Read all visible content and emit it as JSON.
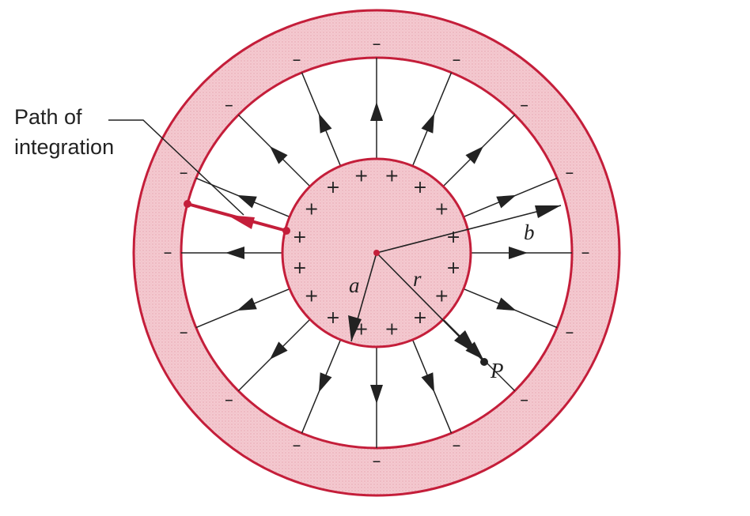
{
  "caption": {
    "line1": "Path of",
    "line2": "integration"
  },
  "labels": {
    "inner_radius": "a",
    "outer_radius": "b",
    "point_distance": "r",
    "point": "P"
  },
  "charges": {
    "inner_sign": "+",
    "outer_sign": "–",
    "inner_count": 16,
    "outer_count": 16
  },
  "field_lines": {
    "count": 16
  },
  "colors": {
    "shell_fill": "#f4c9d0",
    "conductor_stroke": "#c41e3a",
    "path_color": "#c41e3a",
    "line_color": "#222222",
    "background": "#ffffff"
  }
}
